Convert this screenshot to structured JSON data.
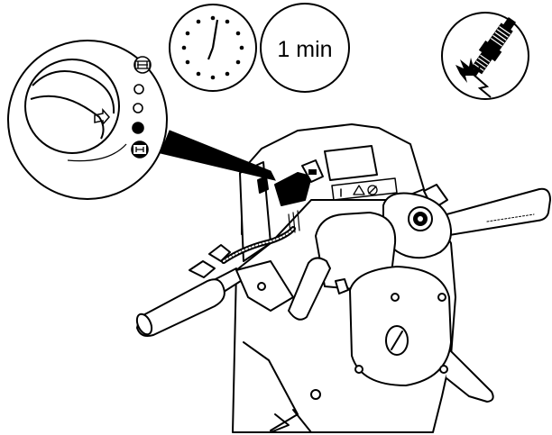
{
  "timer": {
    "duration_label": "1 min"
  },
  "dial": {
    "positions": [
      "start-symbol",
      "empty-circle",
      "empty-circle",
      "filled-circle",
      "run-symbol"
    ]
  },
  "icons": {
    "clock": "clock-icon",
    "spark_plug": "spark-plug-icon"
  },
  "colors": {
    "line": "#000000",
    "background": "#ffffff"
  }
}
